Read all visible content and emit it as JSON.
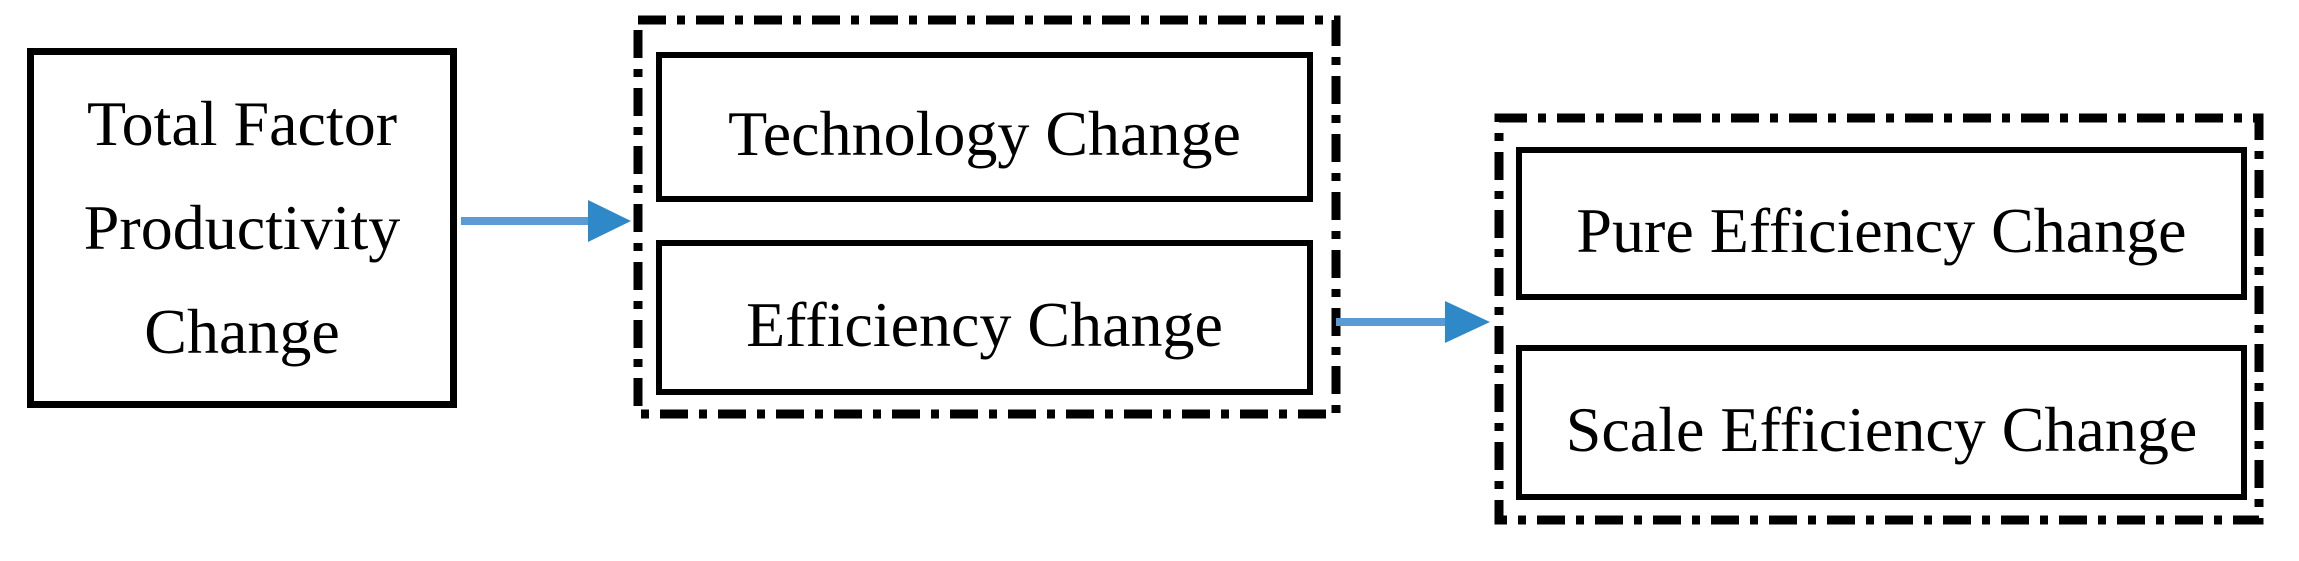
{
  "diagram": {
    "title_implicit": "Total factor productivity decomposition flowchart",
    "nodes": {
      "tfp": {
        "line1": "Total Factor",
        "line2": "Productivity",
        "line3": "Change"
      },
      "first_decomposition": {
        "technology": "Technology Change",
        "efficiency": "Efficiency Change"
      },
      "second_decomposition": {
        "pure_efficiency": "Pure Efficiency Change",
        "scale_efficiency": "Scale Efficiency Change"
      }
    },
    "icons": {
      "arrow1": "right-arrow-icon",
      "arrow2": "right-arrow-icon"
    },
    "colors": {
      "background": "#ffffff",
      "box_border": "#000000",
      "dash_border": "#000000",
      "text": "#000000",
      "arrow_line": "#5b9bd5",
      "arrow_head": "#2f88c8"
    }
  }
}
